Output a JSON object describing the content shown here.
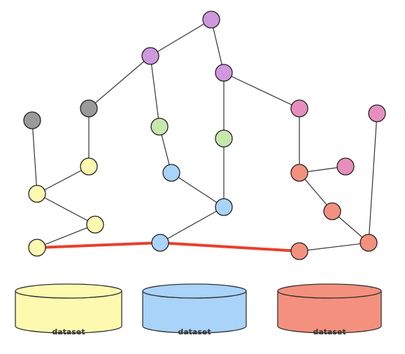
{
  "colors": {
    "purple": "#cf97dd",
    "gray": "#9a9a9a",
    "yellow": "#fdfab0",
    "green": "#c7e7ad",
    "blue": "#a9d3f9",
    "pink": "#e68fbd",
    "salmon": "#f4917e",
    "highlight": "#e8402a"
  },
  "datasets": [
    {
      "label": "dataset",
      "color": "#fdfab0"
    },
    {
      "label": "dataset",
      "color": "#a9d3f9"
    },
    {
      "label": "dataset",
      "color": "#f4917e"
    }
  ]
}
